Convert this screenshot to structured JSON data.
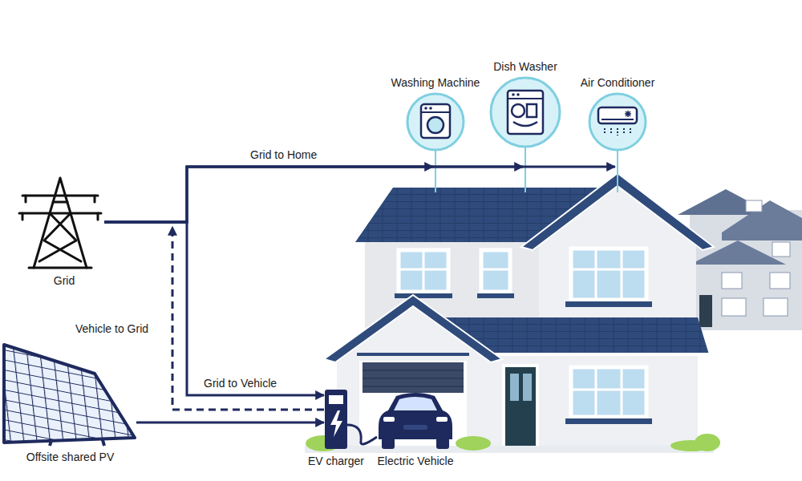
{
  "diagram": {
    "nodes": [
      {
        "text": [
          "Grid"
        ]
      },
      {
        "text": [
          "Washing Machine"
        ]
      },
      {
        "text": [
          "Dish Washer"
        ]
      },
      {
        "text": [
          "Air Conditioner"
        ]
      },
      {
        "text": [
          "EV charger"
        ]
      },
      {
        "text": [
          "Electric Vehicle"
        ]
      },
      {
        "text": [
          "Offsite shared PV"
        ]
      }
    ],
    "edges": [
      {
        "from": 0,
        "to": 1,
        "label": "Grid to Home",
        "arrow": "to"
      },
      {
        "from": 0,
        "to": 2,
        "arrow": "to"
      },
      {
        "from": 0,
        "to": 3,
        "arrow": "to"
      },
      {
        "from": 0,
        "to": 4,
        "label": "Grid to Vehicle",
        "arrow": "to"
      },
      {
        "from": 4,
        "to": 0,
        "label": "Vehicle to Grid",
        "arrow": "to"
      },
      {
        "from": 6,
        "to": 4,
        "arrow": "to"
      }
    ]
  }
}
